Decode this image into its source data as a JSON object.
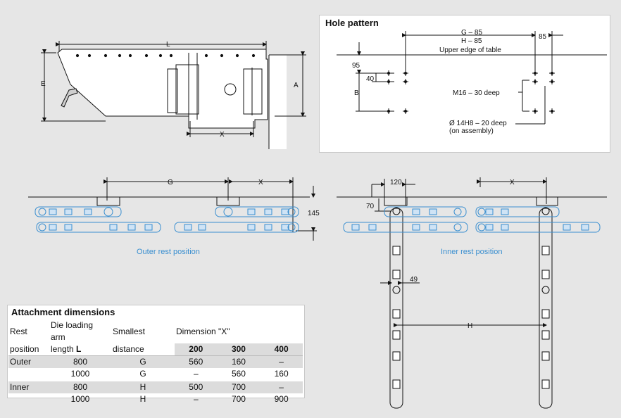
{
  "hole_pattern": {
    "title": "Hole pattern",
    "g_label": "G – 85",
    "h_label": "H – 85",
    "dim_85": "85",
    "upper_edge": "Upper edge of table",
    "dim_95": "95",
    "dim_40": "40",
    "dim_b": "B",
    "thread": "M16 – 30 deep",
    "bore": "Ø 14H8 – 20 deep",
    "bore_note": "(on assembly)"
  },
  "side_view": {
    "dim_l": "L",
    "dim_e": "E",
    "dim_a": "A",
    "dim_x": "X"
  },
  "outer": {
    "dim_g": "G",
    "dim_x": "X",
    "dim_145": "145",
    "caption": "Outer rest position"
  },
  "inner": {
    "dim_120": "120",
    "dim_x": "X",
    "dim_70": "70",
    "dim_49": "49",
    "dim_h": "H",
    "caption": "Inner rest position"
  },
  "attachment": {
    "title": "Attachment dimensions",
    "headers": {
      "rest1": "Rest",
      "rest2": "position",
      "die1": "Die loading arm",
      "die2": "length ",
      "die2b": "L",
      "small1": "Smallest",
      "small2": "distance",
      "dimx": "Dimension \"X\"",
      "x200": "200",
      "x300": "300",
      "x400": "400"
    },
    "rows": [
      {
        "pos": "Outer",
        "len": "800",
        "dist": "G",
        "v200": "560",
        "v300": "160",
        "v400": "–"
      },
      {
        "pos": "",
        "len": "1000",
        "dist": "G",
        "v200": "–",
        "v300": "560",
        "v400": "160"
      },
      {
        "pos": "Inner",
        "len": "800",
        "dist": "H",
        "v200": "500",
        "v300": "700",
        "v400": "–"
      },
      {
        "pos": "",
        "len": "1000",
        "dist": "H",
        "v200": "–",
        "v300": "700",
        "v400": "900"
      }
    ]
  },
  "colors": {
    "blue": "#3a8fd0",
    "line": "#111111",
    "panel": "#ffffff",
    "background": "#e6e6e6"
  }
}
